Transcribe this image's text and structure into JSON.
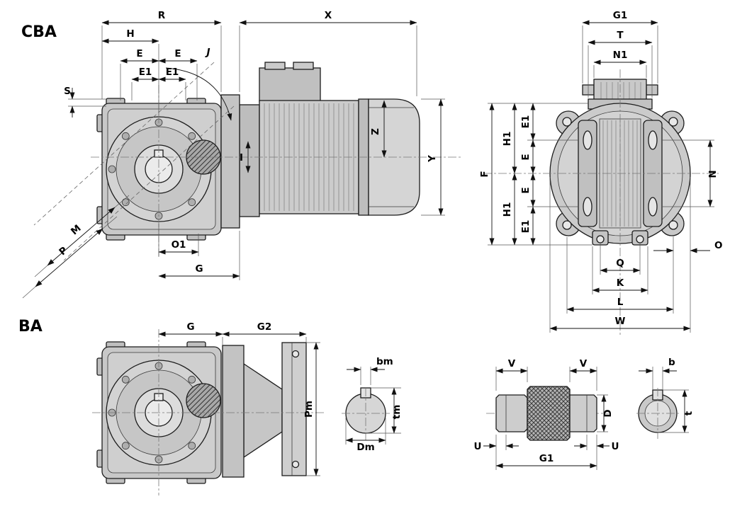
{
  "drawing": {
    "background": "#ffffff",
    "line_color": "#1c1c1c",
    "body_fill": "#c8c8c8",
    "views": {
      "cba": {
        "title": "CBA",
        "dims": {
          "R": "R",
          "X": "X",
          "H": "H",
          "J": "J",
          "E_left": "E",
          "E_right": "E",
          "E1_left": "E1",
          "E1_right": "E1",
          "S": "S",
          "Z": "Z",
          "Y": "Y",
          "I": "I",
          "M": "M",
          "P": "P",
          "O1": "O1",
          "G": "G"
        }
      },
      "front": {
        "dims": {
          "G1": "G1",
          "T": "T",
          "N1": "N1",
          "F": "F",
          "E1_top": "E1",
          "H1_top": "H1",
          "E_top": "E",
          "E_bottom": "E",
          "H1_bottom": "H1",
          "E1_bottom": "E1",
          "N": "N",
          "O": "O",
          "Q": "Q",
          "K": "K",
          "L": "L",
          "W": "W"
        }
      },
      "ba": {
        "title": "BA",
        "dims": {
          "G": "G",
          "G2": "G2",
          "Pm": "Pm"
        }
      },
      "output_bore": {
        "dims": {
          "bm": "bm",
          "tm": "tm",
          "Dm": "Dm"
        }
      },
      "input_shaft": {
        "dims": {
          "V_left": "V",
          "V_right": "V",
          "U_left": "U",
          "U_right": "U",
          "G1": "G1",
          "D": "D",
          "b": "b",
          "t": "t"
        }
      }
    }
  }
}
